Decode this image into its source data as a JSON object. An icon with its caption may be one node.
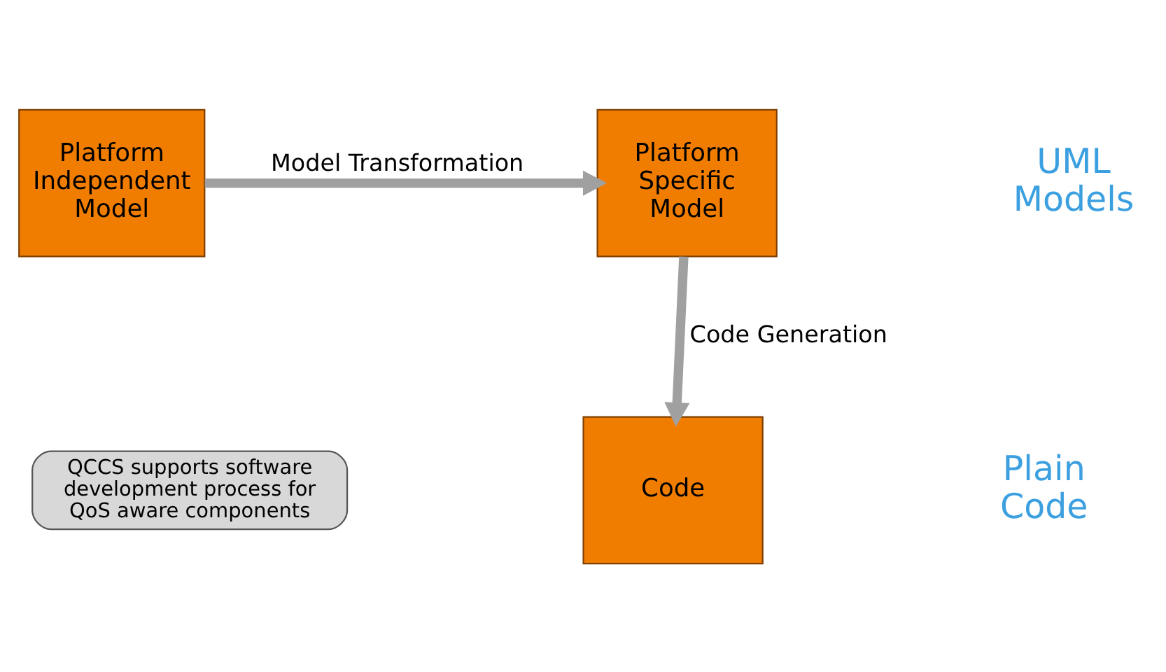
{
  "diagram": {
    "nodes": [
      {
        "text": [
          "Platform Independent Model"
        ]
      },
      {
        "text": [
          "Platform Specific Model"
        ]
      },
      {
        "text": [
          "Code"
        ]
      },
      {
        "text": [
          "QCCS supports software development process for QoS aware components"
        ]
      }
    ],
    "edges": [
      {
        "from": 0,
        "to": 1,
        "arrow": "to",
        "label": "Model Transformation"
      },
      {
        "from": 1,
        "to": 2,
        "arrow": "to",
        "label": "Code Generation"
      }
    ],
    "labels": [
      "UML Models",
      "Plain Code"
    ]
  }
}
